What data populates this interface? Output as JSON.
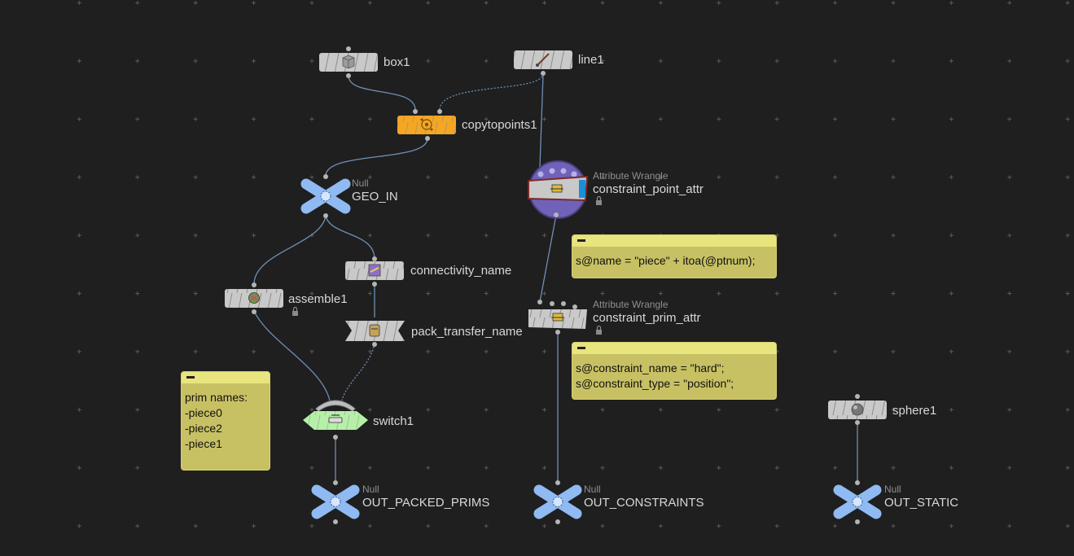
{
  "nodes": {
    "box1": {
      "name": "box1"
    },
    "line1": {
      "name": "line1"
    },
    "copytopoints1": {
      "name": "copytopoints1"
    },
    "geo_in": {
      "name": "GEO_IN",
      "type": "Null"
    },
    "constraint_point_attr": {
      "name": "constraint_point_attr",
      "type": "Attribute Wrangle"
    },
    "connectivity_name": {
      "name": "connectivity_name"
    },
    "assemble1": {
      "name": "assemble1"
    },
    "pack_transfer_name": {
      "name": "pack_transfer_name"
    },
    "constraint_prim_attr": {
      "name": "constraint_prim_attr",
      "type": "Attribute Wrangle"
    },
    "switch1": {
      "name": "switch1"
    },
    "sphere1": {
      "name": "sphere1"
    },
    "out_packed_prims": {
      "name": "OUT_PACKED_PRIMS",
      "type": "Null"
    },
    "out_constraints": {
      "name": "OUT_CONSTRAINTS",
      "type": "Null"
    },
    "out_static": {
      "name": "OUT_STATIC",
      "type": "Null"
    }
  },
  "notes": {
    "prim_names": "prim names:\n-piece0\n-piece2\n-piece1",
    "point_code": "s@name = \"piece\" + itoa(@ptnum);",
    "prim_code": "s@constraint_name = \"hard\";\ns@constraint_type = \"position\";"
  },
  "colors": {
    "background": "#1f1f1f",
    "node_default": "#c9c9c9",
    "copytopoints": "#f5a623",
    "null_node": "#8fbaf2",
    "switch_node": "#b6f0a8",
    "sticky": "#c8c164",
    "wire": "#6f8fb5"
  }
}
